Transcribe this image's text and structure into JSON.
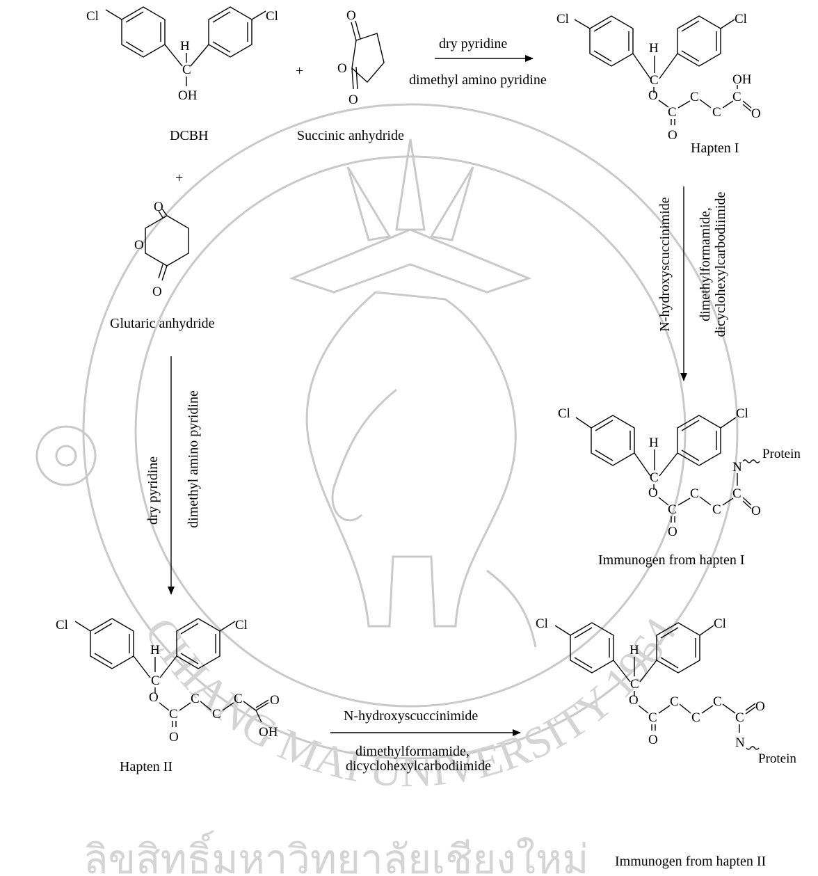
{
  "watermark": {
    "thai_text": "ลิขสิทธิ์มหาวิทยาลัยเชียงใหม่",
    "arc_text": "CHIANG MAI UNIVERSITY 1964"
  },
  "atoms": {
    "cl": "Cl",
    "h": "H",
    "c": "C",
    "o": "O",
    "oh": "OH",
    "n": "N",
    "protein": "Protein"
  },
  "compounds": {
    "dcbh": "DCBH",
    "succinic": "Succinic anhydride",
    "glutaric": "Glutaric anhydride",
    "hapten1": "Hapten I",
    "hapten2": "Hapten II",
    "immuno1": "Immunogen from hapten I",
    "immuno2": "Immunogen from hapten II"
  },
  "plus": "+",
  "reagents": {
    "r1_top": "dry pyridine",
    "r1_bottom": "dimethyl amino pyridine",
    "r2_left": "dry pyridine",
    "r2_right": "dimethyl amino pyridine",
    "r3_left": "N-hydroxyscuccinimide",
    "r3_right_1": "dimethylformamide,",
    "r3_right_2": "dicyclohexylcarbodiimide",
    "r4_top": "N-hydroxyscuccinimide",
    "r4_bottom_1": "dimethylformamide,",
    "r4_bottom_2": "dicyclohexylcarbodiimide"
  }
}
